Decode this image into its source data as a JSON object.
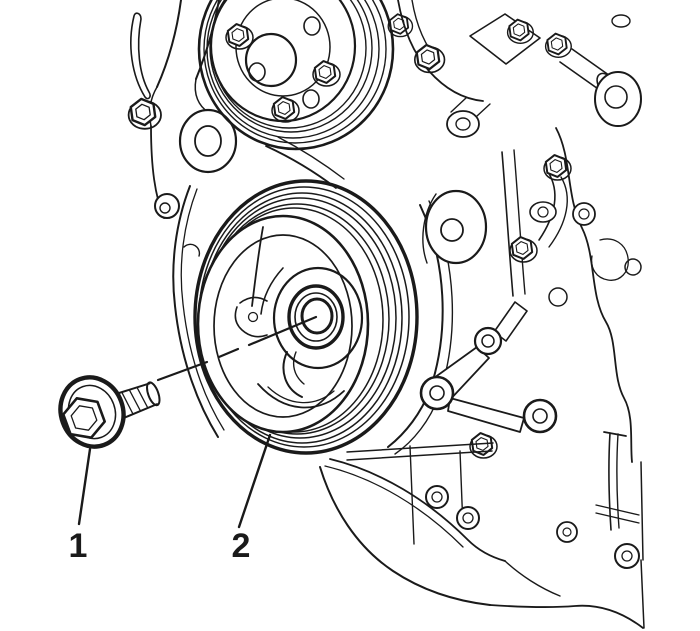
{
  "figure": {
    "type": "technical-illustration",
    "background": "#ffffff",
    "line_color": "#1a1a1a"
  },
  "callouts": [
    {
      "label": "1",
      "points_to": "crankshaft-balancer-bolt"
    },
    {
      "label": "2",
      "points_to": "crankshaft-balancer"
    }
  ]
}
